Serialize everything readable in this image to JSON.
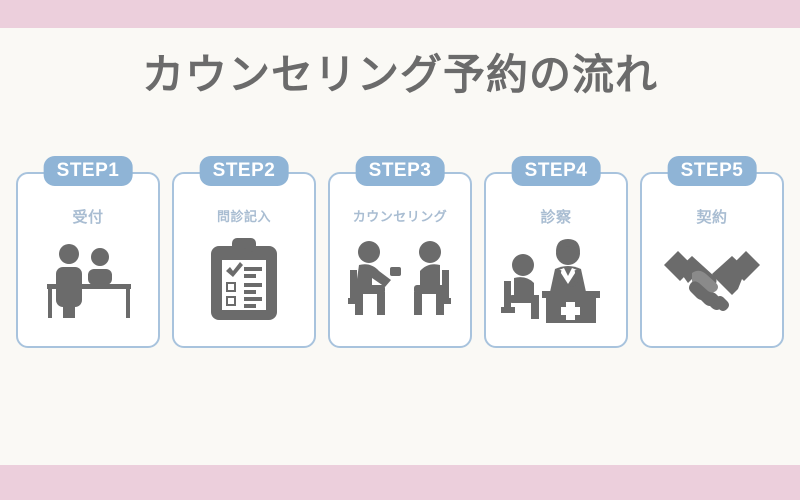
{
  "page": {
    "title": "カウンセリング予約の流れ",
    "background_color": "#faf9f5",
    "band_color": "#eccfdc",
    "title_color": "#6b6b6b",
    "card_border_color": "#a8c3dd",
    "badge_color": "#8fb4d6",
    "label_color": "#a9bdd2",
    "icon_color": "#6b6b6b"
  },
  "steps": [
    {
      "badge": "STEP1",
      "label": "受付",
      "icon": "reception-desk-icon"
    },
    {
      "badge": "STEP2",
      "label": "問診記入",
      "icon": "clipboard-checklist-icon"
    },
    {
      "badge": "STEP3",
      "label": "カウンセリング",
      "icon": "two-people-seated-counseling-icon"
    },
    {
      "badge": "STEP4",
      "label": "診察",
      "icon": "doctor-examination-desk-icon"
    },
    {
      "badge": "STEP5",
      "label": "契約",
      "icon": "handshake-icon"
    }
  ]
}
